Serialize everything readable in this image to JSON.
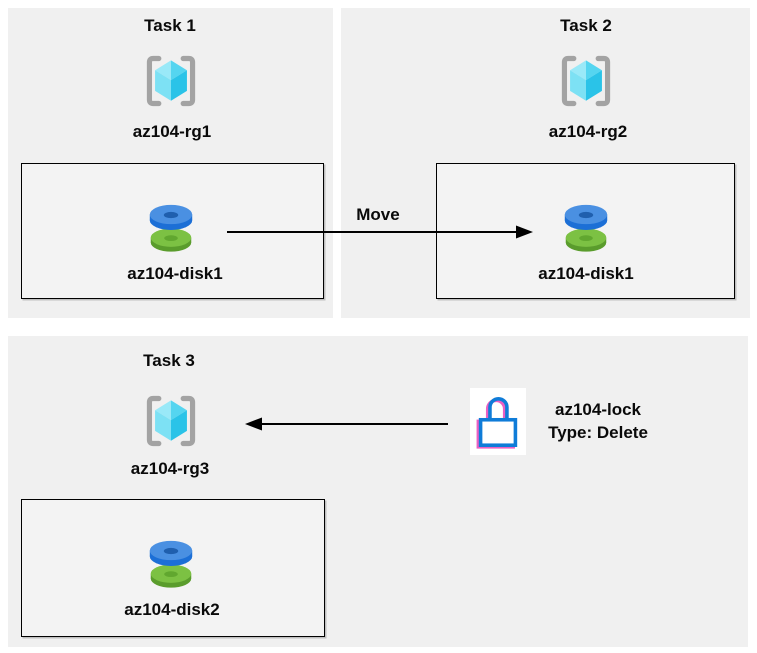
{
  "diagram": {
    "tasks": [
      {
        "title": "Task 1",
        "resource_group": "az104-rg1",
        "resource": "az104-disk1"
      },
      {
        "title": "Task 2",
        "resource_group": "az104-rg2",
        "resource": "az104-disk1"
      },
      {
        "title": "Task 3",
        "resource_group": "az104-rg3",
        "resource": "az104-disk2"
      }
    ],
    "move_arrow": {
      "label": "Move"
    },
    "lock": {
      "name": "az104-lock",
      "type": "Type: Delete"
    },
    "icons": {
      "resource_group": "azure-resource-group-icon",
      "disk": "azure-managed-disk-icon",
      "lock": "lock-icon"
    },
    "colors": {
      "panel_bg": "#f0f0f0",
      "box_border": "#000000",
      "arrow_color": "#000000",
      "bracket_gray": "#a3a3a3",
      "cube_cyan_light": "#9ae9f8",
      "cube_cyan": "#55d5f0",
      "cube_cyan_mid": "#7de1f4",
      "cube_cyan_dark": "#2ac3e8",
      "disk_blue_top": "#4a90e2",
      "disk_blue_side": "#1c6fd6",
      "disk_blue_hole": "#1f5fae",
      "disk_green_top": "#7cc143",
      "disk_green_side": "#5a9c2c",
      "disk_green_hole": "#61a72f",
      "lock_blue": "#0f7cd8",
      "lock_pink": "#e95fc3"
    }
  }
}
